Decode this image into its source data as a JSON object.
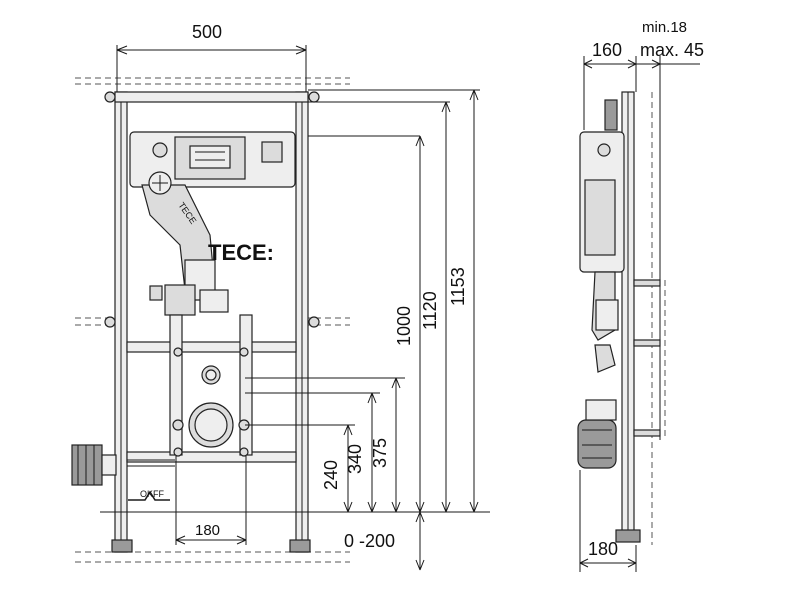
{
  "front_view": {
    "width_label": "500",
    "brand_label": "TECE:",
    "logo_text": "TECE",
    "floor_ref_label": "OKFF",
    "pipe_spacing_label": "180",
    "height_labels": {
      "h240": "240",
      "h340": "340",
      "h375": "375",
      "h1000": "1000",
      "h1120": "1120",
      "h1153": "1153"
    },
    "floor_range_label": "0 -200"
  },
  "side_view": {
    "depth_label": "160",
    "wall_min_label": "min.18",
    "wall_max_label": "max. 45",
    "bottom_depth_label": "180"
  }
}
